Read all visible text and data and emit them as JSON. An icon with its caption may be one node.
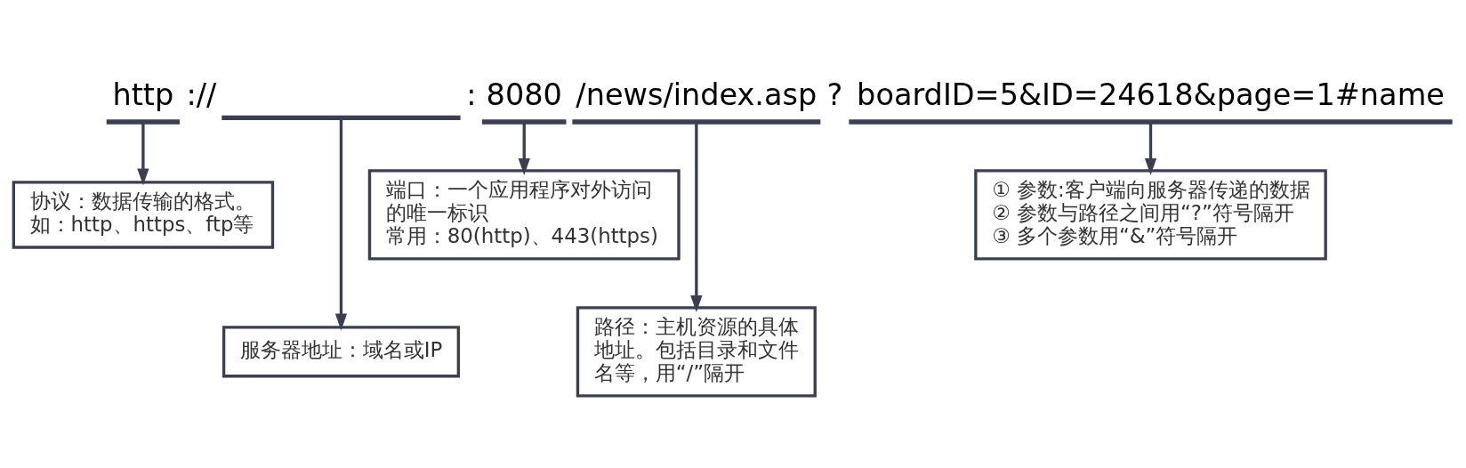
{
  "diagram": {
    "nodes": [
      {
        "text": [
          "http"
        ]
      },
      {
        "text": [],
        "shape": "bar"
      },
      {
        "text": [
          "8080"
        ]
      },
      {
        "text": [
          "/news/index.asp"
        ]
      },
      {
        "text": [
          "boardID=5&ID=24618&page=1#name"
        ]
      },
      {
        "text": [
          "协议：数据传输的格式。",
          "如：http、https、ftp等"
        ]
      },
      {
        "text": [
          "端口：一个应用程序对外访问的唯一标识",
          "常用：80(http)、443(https)"
        ]
      },
      {
        "text": [
          "① 参数:客户端向服务器传递的数据",
          "② 参数与路径之间用“?”符号隔开",
          "③ 多个参数用“&”符号隔开"
        ]
      },
      {
        "text": [
          "服务器地址：域名或IP"
        ]
      },
      {
        "text": [
          "路径：主机资源的具体地址。包括目录和文件名等，用“/”隔开"
        ]
      }
    ],
    "edges": [
      {
        "from": 0,
        "to": 5,
        "arrow": "to"
      },
      {
        "from": 1,
        "to": 8,
        "arrow": "to"
      },
      {
        "from": 2,
        "to": 6,
        "arrow": "to"
      },
      {
        "from": 3,
        "to": 9,
        "arrow": "to"
      },
      {
        "from": 4,
        "to": 7,
        "arrow": "to"
      }
    ],
    "labels": [
      "://",
      ":",
      "?"
    ]
  }
}
